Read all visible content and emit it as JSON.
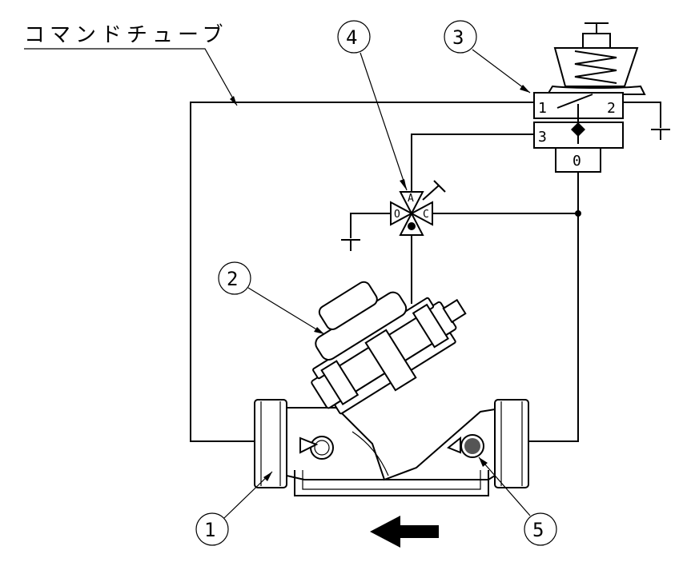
{
  "diagram": {
    "title": "コマンドチューブ",
    "callouts": [
      "1",
      "2",
      "3",
      "4",
      "5"
    ],
    "pilot_ports": {
      "p1": "1",
      "p2": "2",
      "p3": "3",
      "p0": "0"
    },
    "valve_ports": {
      "a": "A",
      "o": "O",
      "c": "C"
    }
  }
}
